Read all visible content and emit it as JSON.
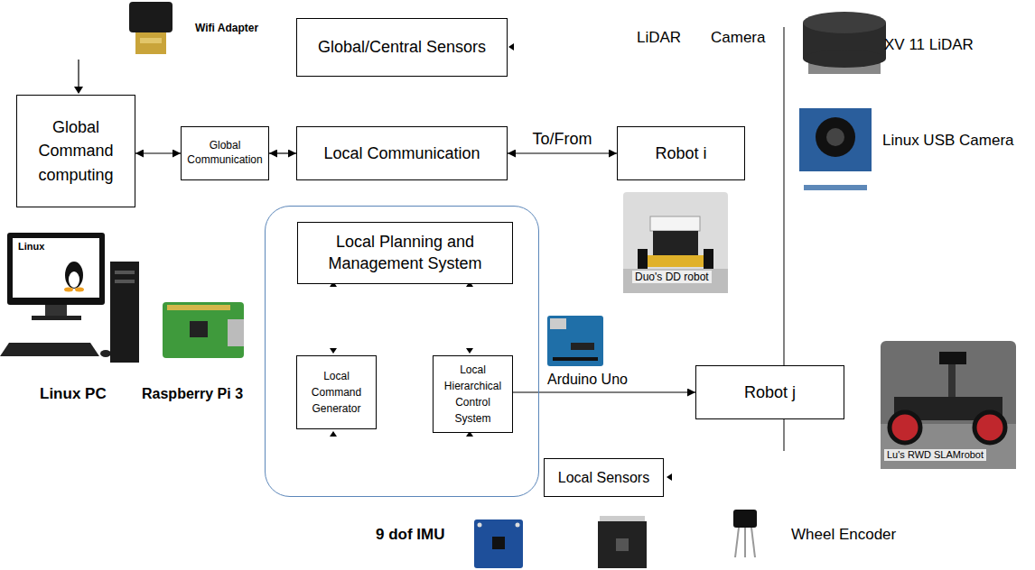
{
  "diagram": {
    "nodes": [
      {
        "text": [
          "Global/Central Sensors"
        ]
      },
      {
        "text": [
          "Global Command computing"
        ]
      },
      {
        "text": [
          "Global Communication"
        ]
      },
      {
        "text": [
          "Local Communication"
        ]
      },
      {
        "text": [
          "Robot i"
        ]
      },
      {
        "text": []
      },
      {
        "text": [
          "Local Planning and Management System"
        ],
        "in": 5
      },
      {
        "text": [
          "Local Command Generator"
        ],
        "in": 5
      },
      {
        "text": [
          "Local Hierarchical Control System"
        ],
        "in": 5
      },
      {
        "text": [
          "Robot j"
        ]
      },
      {
        "text": [
          "Local Sensors"
        ]
      }
    ],
    "edges": [
      {
        "from": 1,
        "to": 2,
        "arrow": "both"
      },
      {
        "from": 2,
        "to": 3,
        "arrow": "both"
      },
      {
        "from": 3,
        "to": 4,
        "label": "To/From",
        "arrow": "both"
      },
      {
        "from": 8,
        "to": 9,
        "arrow": "to"
      }
    ],
    "labels": [
      "Wifi Adapter",
      "LiDAR",
      "Camera",
      "XV 11 LiDAR",
      "Linux USB Camera",
      "Duo's DD robot",
      "Linux",
      "Linux PC",
      "Raspberry Pi 3",
      "Arduino Uno",
      "Lu's RWD SLAMrobot",
      "9 dof IMU",
      "Wheel Encoder"
    ]
  }
}
